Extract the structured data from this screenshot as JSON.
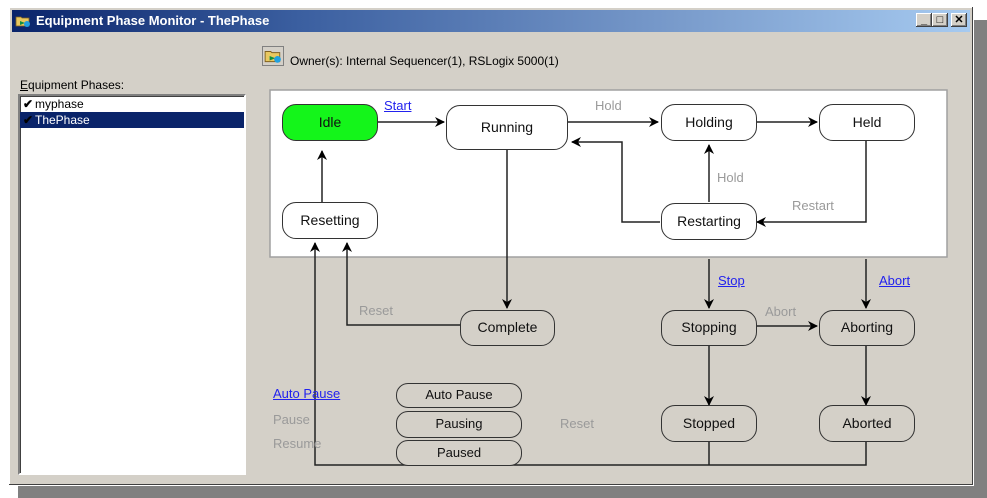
{
  "window": {
    "title": "Equipment Phase Monitor - ThePhase",
    "icon": "phase-folder-icon",
    "controls": {
      "minimize": "_",
      "maximize": "□",
      "close": "✕"
    }
  },
  "phases": {
    "label": "Equipment Phases:",
    "label_accel": "E",
    "label_rest": "quipment Phases:",
    "items": [
      {
        "name": "myphase",
        "checked": true,
        "selected": false,
        "check": "✔"
      },
      {
        "name": "ThePhase",
        "checked": true,
        "selected": true,
        "check": "✔"
      }
    ]
  },
  "owner": {
    "icon": "owner-folder-icon",
    "text": "Owner(s): Internal Sequencer(1), RSLogix 5000(1)"
  },
  "states": {
    "idle": "Idle",
    "running": "Running",
    "holding": "Holding",
    "held": "Held",
    "resetting": "Resetting",
    "restarting": "Restarting",
    "complete": "Complete",
    "stopping": "Stopping",
    "aborting": "Aborting",
    "stopped": "Stopped",
    "aborted": "Aborted",
    "auto_pause": "Auto Pause",
    "pausing": "Pausing",
    "paused": "Paused"
  },
  "current_state": "Idle",
  "active_color": "#14f51a",
  "commands": {
    "start": {
      "label": "Start",
      "enabled": true
    },
    "hold_top": {
      "label": "Hold",
      "enabled": false
    },
    "hold_mid": {
      "label": "Hold",
      "enabled": false
    },
    "restart": {
      "label": "Restart",
      "enabled": false
    },
    "reset_complete": {
      "label": "Reset",
      "enabled": false
    },
    "reset_bottom": {
      "label": "Reset",
      "enabled": false
    },
    "stop": {
      "label": "Stop",
      "enabled": true
    },
    "abort_top": {
      "label": "Abort",
      "enabled": true
    },
    "abort_mid": {
      "label": "Abort",
      "enabled": false
    },
    "auto_pause": {
      "label": "Auto Pause",
      "enabled": true
    },
    "pause": {
      "label": "Pause",
      "enabled": false
    },
    "resume": {
      "label": "Resume",
      "enabled": false
    }
  }
}
